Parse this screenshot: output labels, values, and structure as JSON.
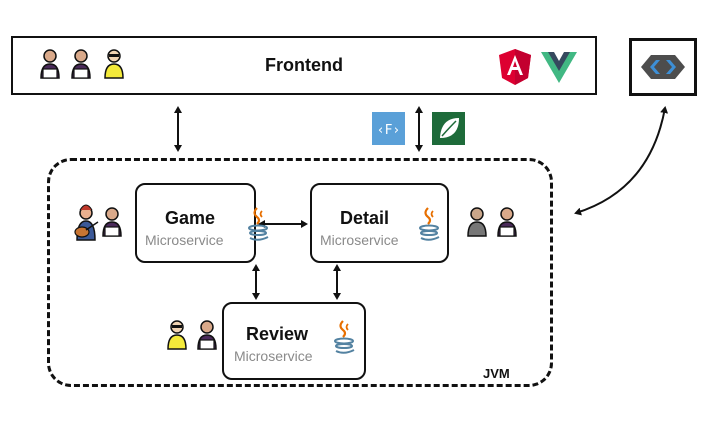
{
  "frontend": {
    "title": "Frontend",
    "logos": [
      "angular-logo",
      "vue-logo"
    ],
    "users": [
      "developer-icon",
      "developer-icon",
      "tester-icon"
    ]
  },
  "sso": {
    "icon": "keycloak-logo"
  },
  "api_icons": [
    "feign-client-icon",
    "spring-logo"
  ],
  "jvm": {
    "label": "JVM"
  },
  "services": {
    "game": {
      "title": "Game",
      "subtitle": "Microservice",
      "icon": "java-logo"
    },
    "detail": {
      "title": "Detail",
      "subtitle": "Microservice",
      "icon": "java-logo"
    },
    "review": {
      "title": "Review",
      "subtitle": "Microservice",
      "icon": "java-logo"
    }
  },
  "colors": {
    "angular": "#dd0031",
    "vue_green": "#41b883",
    "vue_dark": "#35495e",
    "spring": "#1e6b3a",
    "feign": "#5aa0d8",
    "java_red": "#e76f00",
    "java_blue": "#5382a1",
    "keycloak_blue": "#3d8fd6"
  }
}
